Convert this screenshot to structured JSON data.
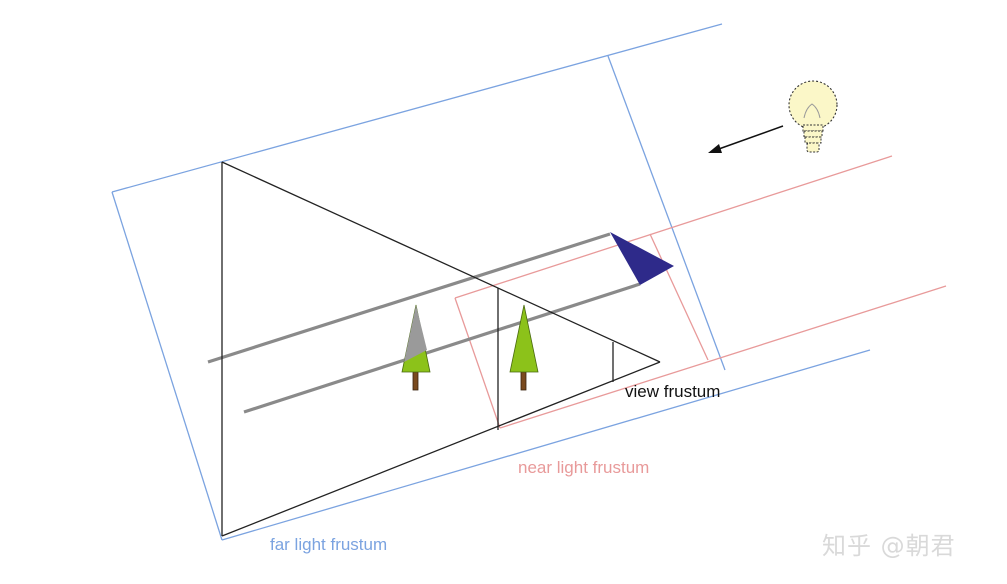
{
  "labels": {
    "view_frustum": "view frustum",
    "near_light_frustum": "near light frustum",
    "far_light_frustum": "far light frustum"
  },
  "watermark": "知乎 @朝君",
  "icons": {
    "light": "light-bulb-icon",
    "direction": "arrow-left-icon",
    "camera": "camera-triangle-icon",
    "trees": "tree-icon"
  },
  "colors": {
    "far_light_frustum": "#7ba3e0",
    "near_light_frustum": "#e89a9a",
    "view_frustum": "#222222",
    "camera": "#2e2a8a",
    "tree_foliage": "#8cc21a",
    "tree_trunk": "#7a4a1e",
    "light_bulb": "#fbf7c8"
  }
}
